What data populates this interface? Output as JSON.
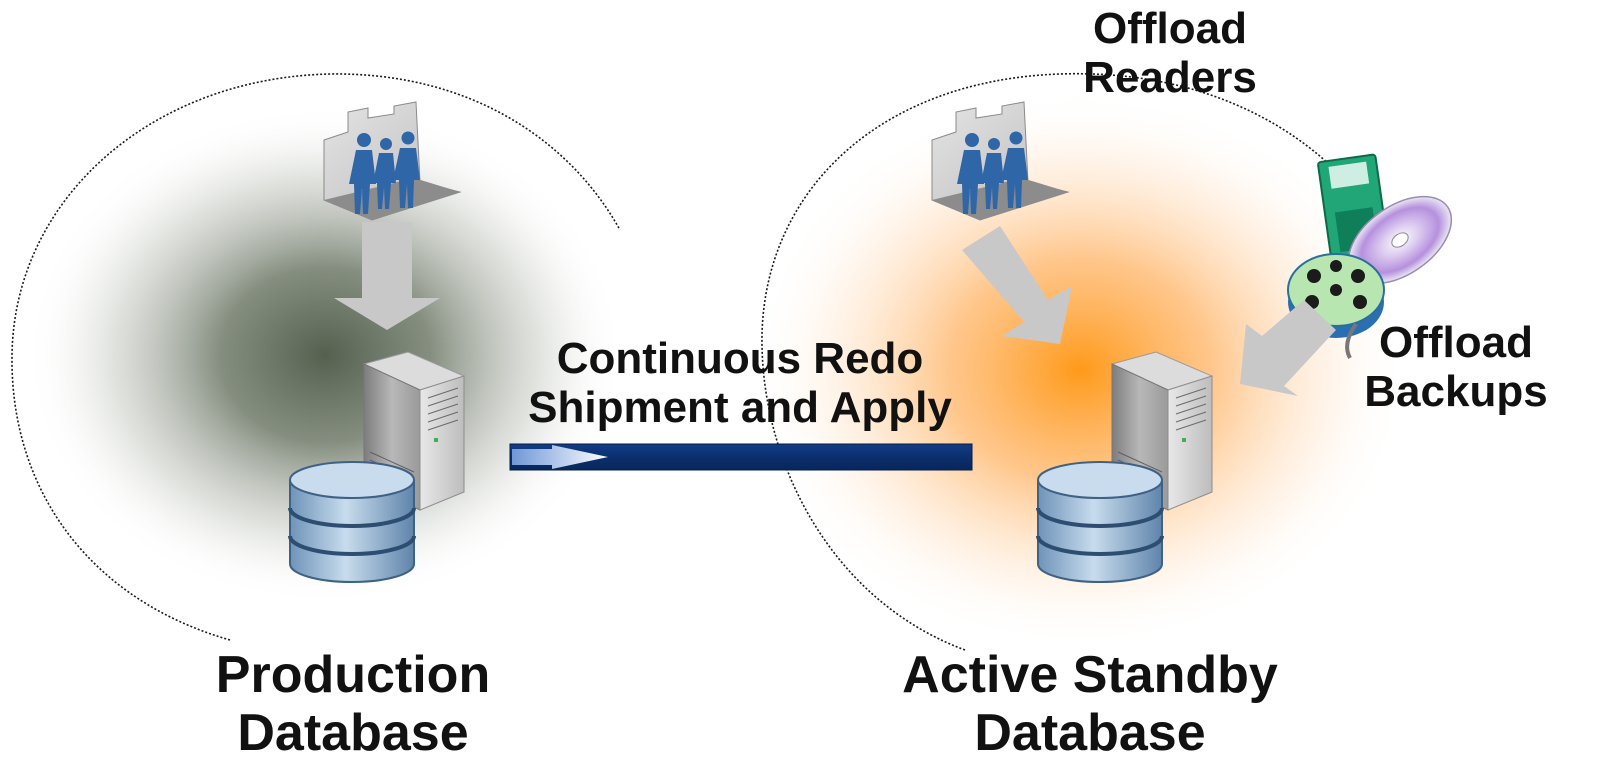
{
  "production": {
    "line1": "Production",
    "line2": "Database"
  },
  "standby": {
    "line1": "Active Standby",
    "line2": "Database"
  },
  "redo": {
    "line1": "Continuous Redo",
    "line2": "Shipment and Apply"
  },
  "offload_readers": {
    "line1": "Offload",
    "line2": "Readers"
  },
  "offload_backups": {
    "line1": "Offload",
    "line2": "Backups"
  },
  "colors": {
    "production_glow": "#55604f",
    "standby_glow": "#ff9a1a",
    "redo_bar": "#0b2f6e",
    "arrow_gray": "#c8c8c8",
    "people_blue": "#2f66a8",
    "disk_blue": "#a9c4de"
  },
  "icons": [
    "people-office-icon",
    "server-tower-icon",
    "database-disk-icon",
    "backup-media-icon"
  ]
}
